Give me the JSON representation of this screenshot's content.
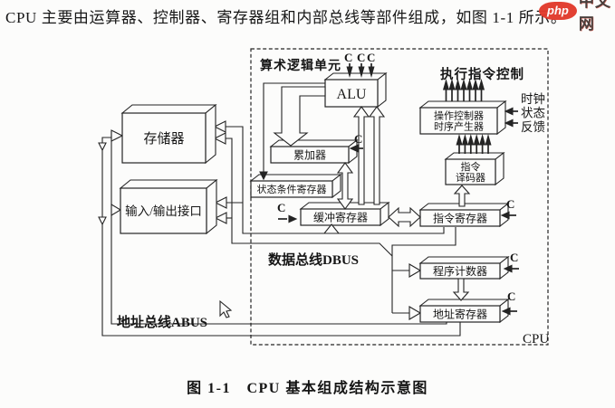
{
  "page": {
    "intro_text": "CPU 主要由运算器、控制器、寄存器组和内部总线等部件组成，如图 1-1 所示。",
    "caption": "图 1-1　CPU 基本组成结构示意图"
  },
  "logo": {
    "badge": "php",
    "name": "中文网",
    "color": "#e23b2d"
  },
  "diagram": {
    "frame_label": "CPU",
    "labels": {
      "alu_unit": "算术逻辑单元",
      "exec_ctrl": "执行指令控制",
      "clock1": "时钟",
      "clock2": "状态",
      "clock3": "反馈",
      "dbus": "数据总线DBUS",
      "abus": "地址总线ABUS",
      "c": "C"
    },
    "boxes": {
      "memory": "存储器",
      "io": "输入/输出接口",
      "alu": "ALU",
      "acc": "累加器",
      "psw": "状态条件寄存器",
      "buffer": "缓冲寄存器",
      "ir": "指令寄存器",
      "opctrl1": "操作控制器",
      "opctrl2": "时序产生器",
      "decoder1": "指令",
      "decoder2": "译码器",
      "pc": "程序计数器",
      "ar": "地址寄存器"
    }
  }
}
